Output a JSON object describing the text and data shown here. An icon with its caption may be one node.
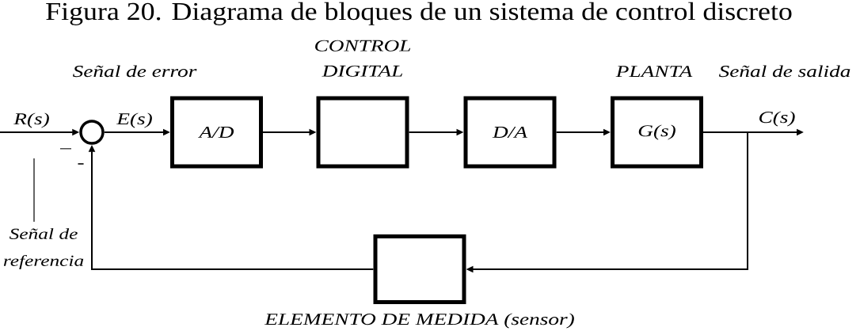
{
  "diagram": {
    "title": "Figura 20. Diagrama de bloques de un sistema de control discreto",
    "nodes": [
      {
        "text": [],
        "shape": "circle"
      },
      {
        "text": [
          "A/D"
        ]
      },
      {
        "text": [
          "CONTROL DIGITAL"
        ]
      },
      {
        "text": [
          "D/A"
        ]
      },
      {
        "text": [
          "PLANTA",
          "G(s)"
        ]
      },
      {
        "text": [
          "ELEMENTO DE MEDIDA (sensor)"
        ]
      },
      {
        "text": [
          "Señal de referencia"
        ]
      }
    ],
    "edges": [
      {
        "from": null,
        "to": 0,
        "arrow": "to",
        "label": "R(s)"
      },
      {
        "from": 0,
        "to": 1,
        "arrow": "to",
        "label": "E(s)"
      },
      {
        "from": 1,
        "to": 2,
        "arrow": "to"
      },
      {
        "from": 2,
        "to": 3,
        "arrow": "to"
      },
      {
        "from": 3,
        "to": 4,
        "arrow": "to"
      },
      {
        "from": 4,
        "to": null,
        "arrow": "to",
        "label": "C(s)"
      },
      {
        "from": 4,
        "to": 5,
        "arrow": "to"
      },
      {
        "from": 5,
        "to": 0,
        "arrow": "to"
      },
      {
        "from": 6,
        "to": null,
        "arrow": "none"
      }
    ],
    "labels": [
      "Señal de error",
      "Señal de salida",
      "–",
      "-"
    ]
  }
}
